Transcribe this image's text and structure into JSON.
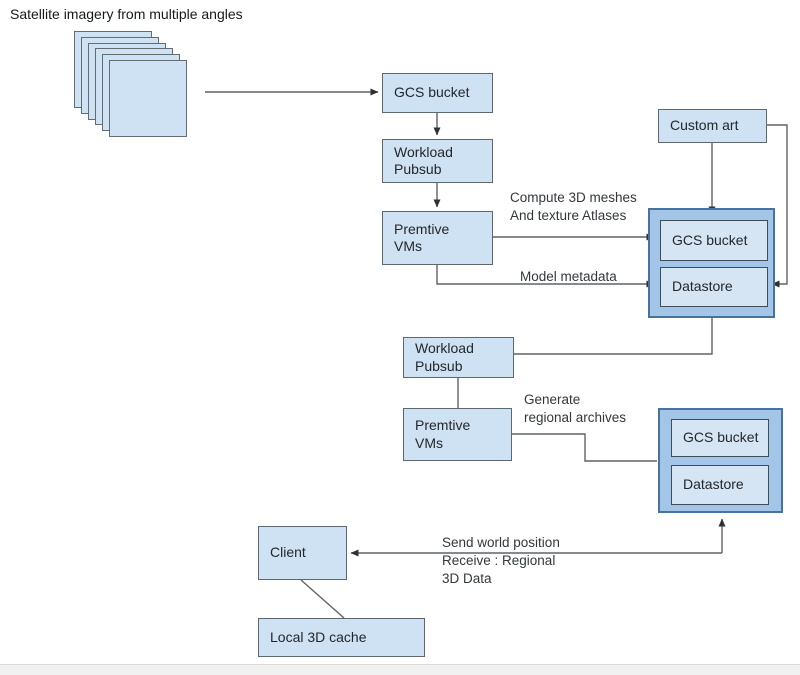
{
  "diagram": {
    "title": "Satellite imagery from multiple angles",
    "nodes": {
      "gcs_bucket_top": {
        "label": "GCS bucket"
      },
      "workload_pubsub_1": {
        "label": "Workload\nPubsub"
      },
      "premtive_vms_1": {
        "label": "Premtive\nVMs"
      },
      "custom_art": {
        "label": "Custom art"
      },
      "store_group_1": {
        "gcs_bucket": "GCS bucket",
        "datastore": "Datastore"
      },
      "workload_pubsub_2": {
        "label": "Workload\nPubsub"
      },
      "premtive_vms_2": {
        "label": "Premtive\nVMs"
      },
      "store_group_2": {
        "gcs_bucket": "GCS bucket",
        "datastore": "Datastore"
      },
      "client": {
        "label": "Client"
      },
      "local_3d_cache": {
        "label": "Local 3D cache"
      }
    },
    "edge_labels": {
      "compute_meshes": "Compute 3D meshes\nAnd texture Atlases",
      "model_metadata": "Model metadata",
      "generate_archives": "Generate\nregional archives",
      "client_exchange": "Send world position\nReceive : Regional\n3D Data"
    },
    "colors": {
      "node_fill": "#cfe2f3",
      "node_border": "#5d686f",
      "group_fill": "#a3c6e8",
      "group_border": "#47749f",
      "inner_node_fill": "#d6e5f4",
      "connector": "#5f6368",
      "arrowhead": "#2e3236",
      "text": "#22272b",
      "bottom_bar": "#f1f1f1"
    }
  }
}
